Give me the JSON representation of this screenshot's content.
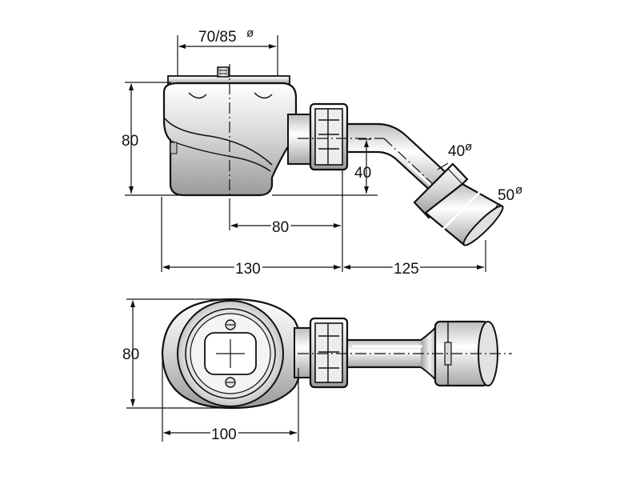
{
  "side_view": {
    "grate_dim": "70/85",
    "height_dim": "80",
    "pipe_in_dim": "40",
    "pipe_out_dim": "50",
    "outlet_height_dim": "40",
    "center_to_nut_dim": "80",
    "body_length_dim": "130",
    "pipe_length_dim": "125"
  },
  "top_view": {
    "height_dim": "80",
    "width_dim": "100"
  },
  "diameter_symbol": "ø"
}
